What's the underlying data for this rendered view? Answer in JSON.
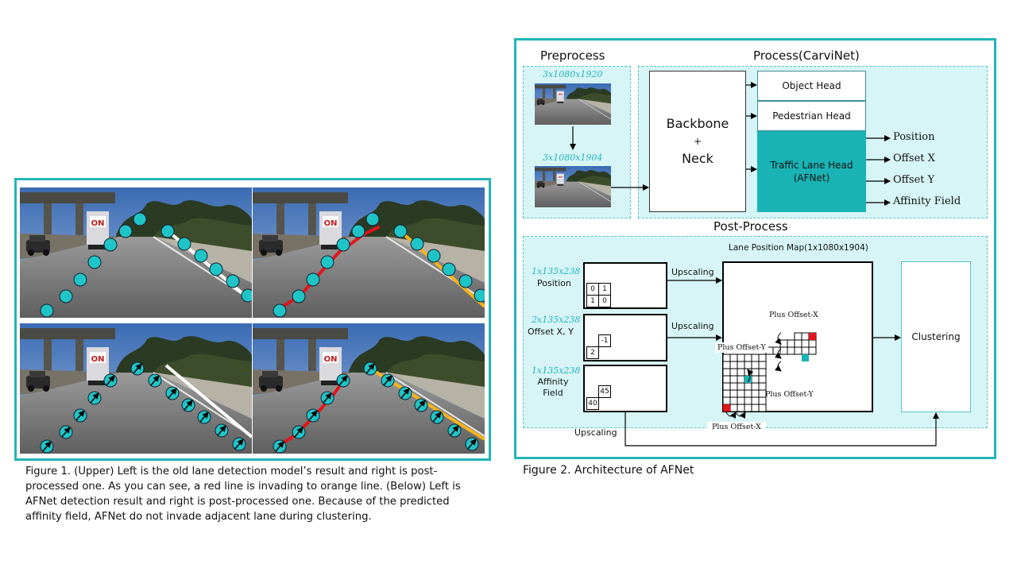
{
  "figure1": {
    "caption": "Figure 1. (Upper) Left is the old lane detection model’s result and right is post-processed one. As you can see, a red line is invading to orange line. (Below) Left is AFNet detection result and right is post-processed one. Because of the predicted affinity field, AFNet do not invade adjacent lane during clustering.",
    "truck_logo": "ON"
  },
  "figure2": {
    "caption": "Figure 2. Architecture of AFNet",
    "preprocess": {
      "title": "Preprocess",
      "dim_top": "3x1080x1920",
      "dim_bottom": "3x1080x1904"
    },
    "process": {
      "title": "Process(CarviNet)",
      "backbone": [
        "Backbone",
        "+",
        "Neck"
      ],
      "heads": [
        "Object Head",
        "Pedestrian Head"
      ],
      "lane_head": [
        "Traffic Lane Head",
        "(AFNet)"
      ],
      "outputs": [
        "Position",
        "Offset X",
        "Offset Y",
        "Affinity Field"
      ]
    },
    "postprocess": {
      "title": "Post-Process",
      "inputs": [
        {
          "dim": "1x135x238",
          "label": "Position",
          "cells": [
            "0",
            "1",
            "1",
            "0"
          ]
        },
        {
          "dim": "2x135x238",
          "label": "Offset X, Y",
          "cells": [
            "-1",
            "2"
          ]
        },
        {
          "dim": "1x135x238",
          "label": "Affinity Field",
          "cells": [
            "45",
            "40"
          ]
        }
      ],
      "upscaling": "Upscaling",
      "map_title": "Lane Position Map(1x1080x1904)",
      "plus_offset_x": "Plus Offset-X",
      "plus_offset_y": "Plus Offset-Y",
      "clustering": "Clustering"
    }
  },
  "colors": {
    "accent": "#22b5b8",
    "panel": "#d7f5f6",
    "head": "#19b3b5",
    "red": "#e3141b",
    "orange": "#f5b41e"
  }
}
